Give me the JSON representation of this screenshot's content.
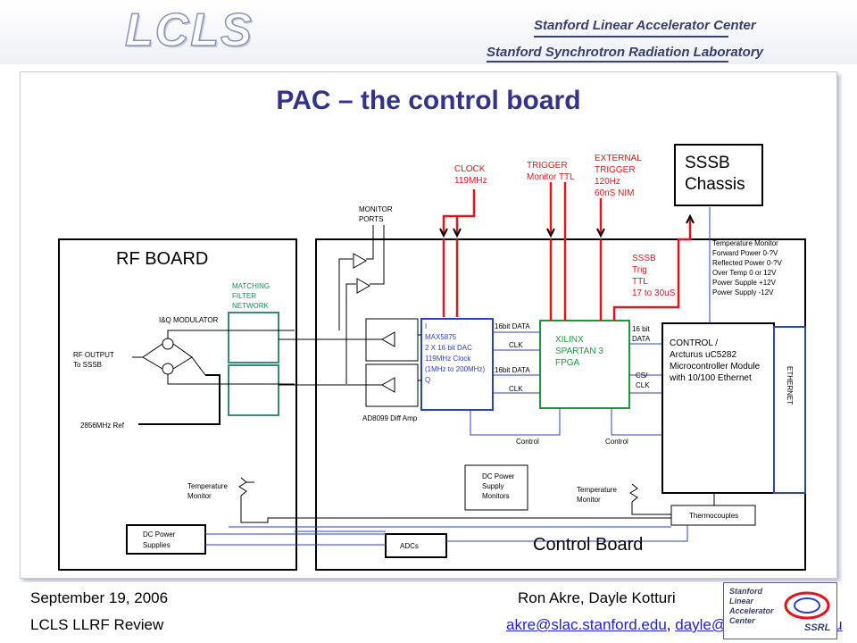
{
  "header": {
    "logo_text": "LCLS",
    "org_line1": "Stanford Linear Accelerator Center",
    "org_line2": "Stanford Synchrotron Radiation Laboratory"
  },
  "slide_title": "PAC – the control board",
  "diagram": {
    "rf_board": {
      "label": "RF BOARD",
      "matching_filter": [
        "MATCHING",
        "FILTER",
        "NETWORK"
      ],
      "iq_modulator": "I&Q MODULATOR",
      "rf_output": [
        "RF OUTPUT",
        "To SSSB"
      ],
      "ref": "2856MHz Ref"
    },
    "signals": {
      "clock": [
        "CLOCK",
        "119MHz"
      ],
      "trigger": [
        "TRIGGER",
        "Monitor TTL"
      ],
      "ext_trigger": [
        "EXTERNAL",
        "TRIGGER",
        "120Hz",
        "60nS NIM"
      ],
      "sssb_trig": [
        "SSSB",
        "Trig",
        "TTL",
        "17 to 30uS"
      ]
    },
    "sssb_chassis": [
      "SSSB",
      "Chassis"
    ],
    "monitor_ports": [
      "MONITOR",
      "PORTS"
    ],
    "dac": {
      "pin_i": "I",
      "lines": [
        "MAX5875",
        "2 X 16 bit DAC",
        "119MHz Clock",
        "(1MHz to 200MHz)"
      ],
      "pin_q": "Q"
    },
    "diff_amp": "AD8099 Diff Amp",
    "bus_labels": {
      "data1": "16bit DATA",
      "clk1": "CLK",
      "data2": "16bit DATA",
      "clk2": "CLK",
      "data16": [
        "16 bit",
        "DATA"
      ],
      "cs_clk": [
        "CS/",
        "CLK"
      ],
      "control1": "Control",
      "control2": "Control"
    },
    "fpga": [
      "XILINX",
      "SPARTAN 3",
      "FPGA"
    ],
    "control_module": [
      "CONTROL /",
      "Arcturus uC5282",
      "Microcontroller Module",
      "with 10/100 Ethernet"
    ],
    "monitors_list": [
      "Temperature Monitor",
      "Forward Power 0-?V",
      "Reflected Power 0-?V",
      "Over Temp 0 or 12V",
      "Power Supple +12V",
      "Power Supply -12V"
    ],
    "ethernet": "ETHERNET",
    "dc_monitors": [
      "DC Power",
      "Supply",
      "Monitors"
    ],
    "temp_monitor_left": [
      "Temperature",
      "Monitor"
    ],
    "temp_monitor_right": [
      "Temperature",
      "Monitor"
    ],
    "thermocouples": "Thermocouples",
    "dc_supplies": [
      "DC Power",
      "Supplies"
    ],
    "adcs": "ADCs",
    "control_board": "Control Board"
  },
  "footer": {
    "date": "September 19, 2006",
    "review": "LCLS LLRF Review",
    "authors": "Ron Akre, Dayle Kotturi",
    "email1": "akre@slac.stanford.edu",
    "separator": ", ",
    "email2": "dayle@slac.stanford.edu",
    "slac_logo": [
      "Stanford",
      "Linear",
      "Accelerator",
      "Center"
    ],
    "ssrl_logo": "SSRL"
  },
  "colors": {
    "title": "#33338a",
    "red_signal": "#e3141b",
    "blue_line": "#2b3fc8",
    "green_fpga": "#1a9a3a",
    "teal_filter": "#3a8a7a"
  }
}
